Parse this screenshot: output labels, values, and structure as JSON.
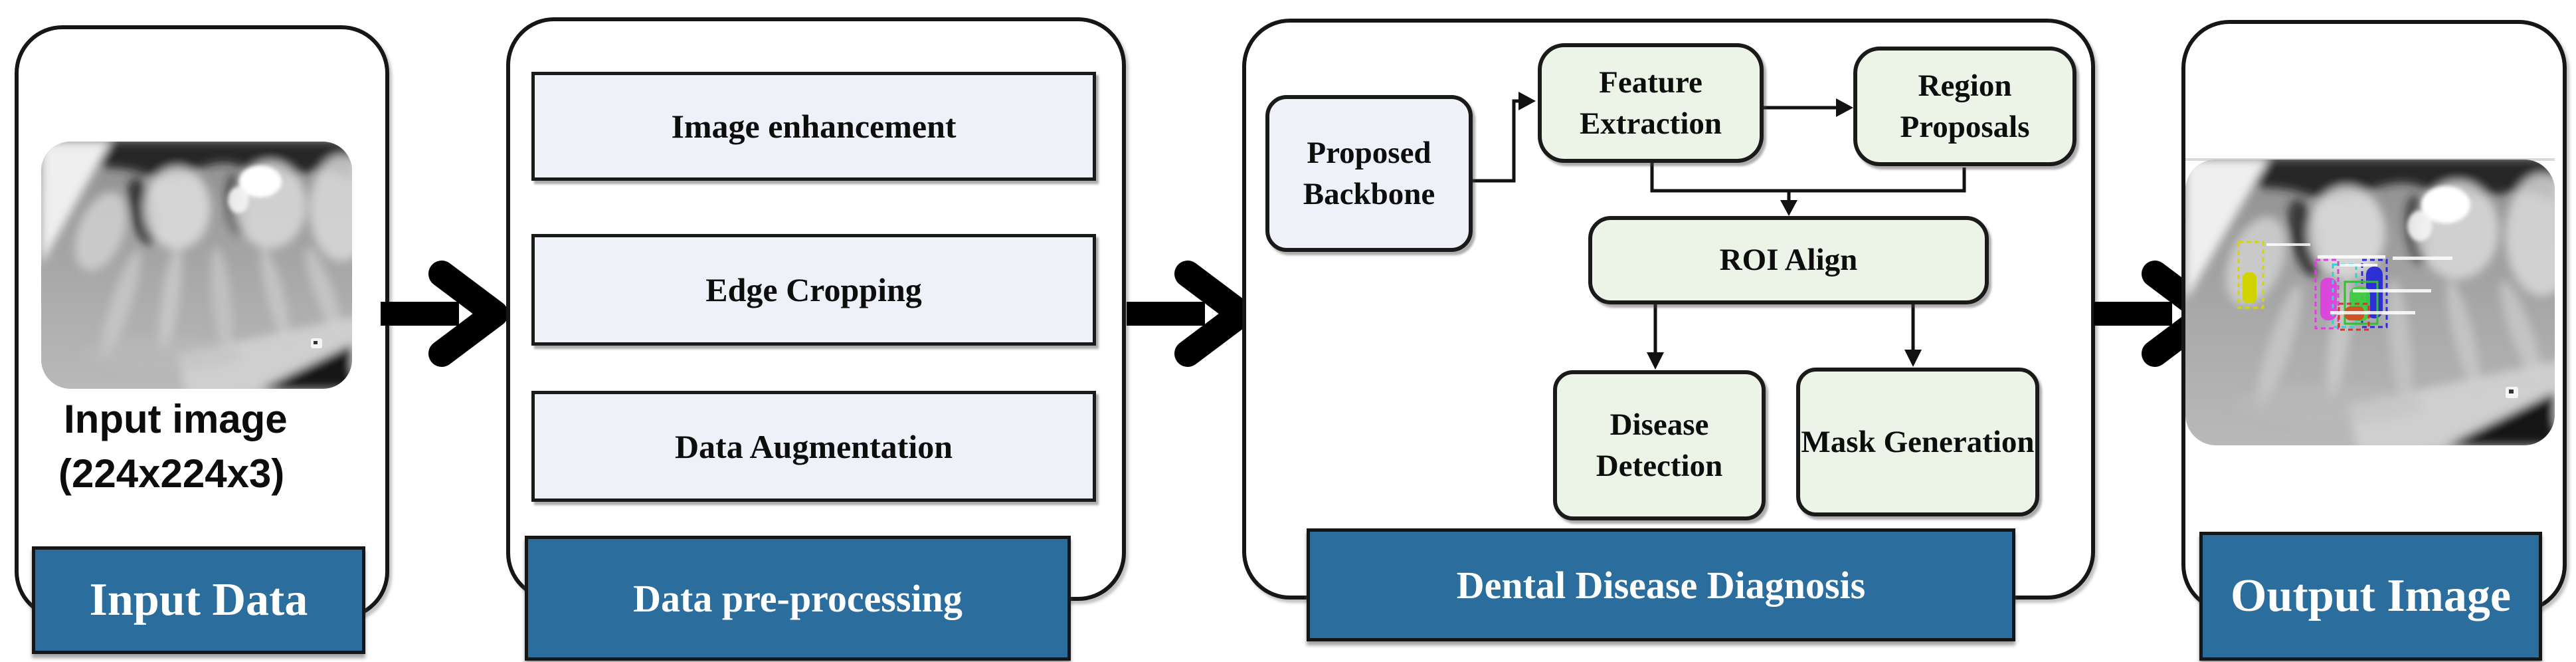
{
  "title": "Dental disease diagnosis pipeline diagram",
  "colors": {
    "banner_blue": "#2b6d9c",
    "box_green": "#ecf4e8",
    "box_lavender": "#eef1f8",
    "border_dark": "#161616",
    "annotation_yellow": "#d8d400",
    "annotation_magenta": "#e03ee0",
    "annotation_cyan": "#35d2d2",
    "annotation_green": "#3ecb3e",
    "annotation_blue": "#2a2ad8",
    "annotation_red": "#e03030"
  },
  "panels": {
    "input": {
      "banner": "Input Data",
      "caption_line1": "Input image",
      "caption_line2": "(224x224x3)"
    },
    "preprocessing": {
      "banner": "Data pre-processing",
      "steps": [
        {
          "label": "Image enhancement"
        },
        {
          "label": "Edge Cropping"
        },
        {
          "label": "Data Augmentation"
        }
      ]
    },
    "diagnosis": {
      "banner": "Dental Disease Diagnosis",
      "nodes": {
        "backbone": "Proposed Backbone",
        "feature_extraction": "Feature Extraction",
        "region_proposals": "Region Proposals",
        "roi_align": "ROI Align",
        "disease_detection": "Disease Detection",
        "mask_generation": "Mask Generation"
      }
    },
    "output": {
      "banner": "Output Image"
    }
  }
}
